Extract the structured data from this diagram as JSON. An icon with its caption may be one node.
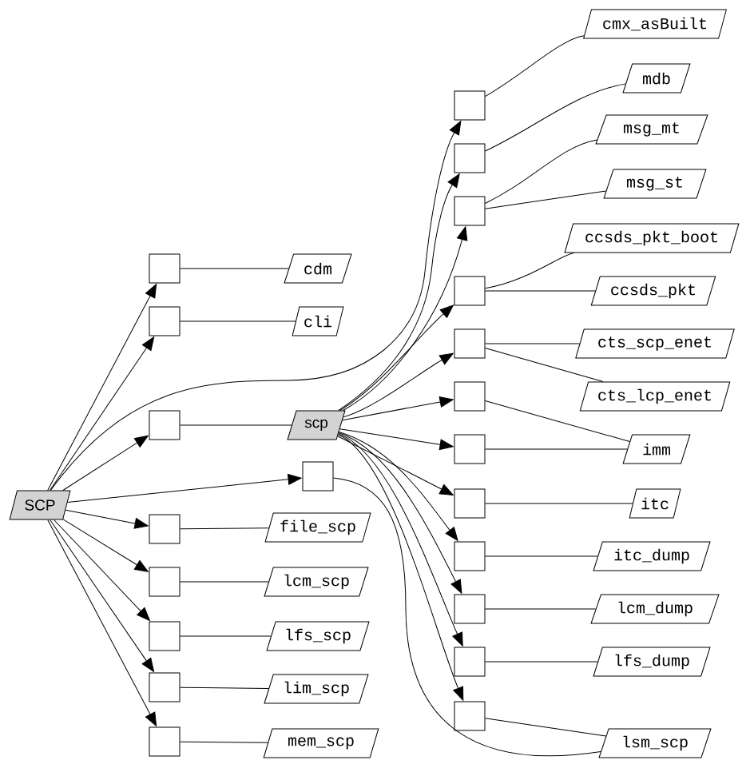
{
  "diagram": {
    "nodes": [
      {
        "text": [
          "SCP"
        ]
      },
      {
        "text": [],
        "shape": "box"
      },
      {
        "text": [],
        "shape": "box"
      },
      {
        "text": [],
        "shape": "box"
      },
      {
        "text": [],
        "shape": "box"
      },
      {
        "text": [],
        "shape": "box"
      },
      {
        "text": [],
        "shape": "box"
      },
      {
        "text": [],
        "shape": "box"
      },
      {
        "text": [],
        "shape": "box"
      },
      {
        "text": [
          "cdm"
        ]
      },
      {
        "text": [
          "cli"
        ]
      },
      {
        "text": [
          "scp"
        ]
      },
      {
        "text": [],
        "shape": "box"
      },
      {
        "text": [
          "file_scp"
        ]
      },
      {
        "text": [
          "lcm_scp"
        ]
      },
      {
        "text": [
          "lfs_scp"
        ]
      },
      {
        "text": [
          "lim_scp"
        ]
      },
      {
        "text": [
          "mem_scp"
        ]
      },
      {
        "text": [],
        "shape": "box"
      },
      {
        "text": [],
        "shape": "box"
      },
      {
        "text": [],
        "shape": "box"
      },
      {
        "text": [],
        "shape": "box"
      },
      {
        "text": [],
        "shape": "box"
      },
      {
        "text": [],
        "shape": "box"
      },
      {
        "text": [],
        "shape": "box"
      },
      {
        "text": [],
        "shape": "box"
      },
      {
        "text": [],
        "shape": "box"
      },
      {
        "text": [],
        "shape": "box"
      },
      {
        "text": [],
        "shape": "box"
      },
      {
        "text": [],
        "shape": "box"
      },
      {
        "text": [
          "cmx_asBuilt"
        ]
      },
      {
        "text": [
          "mdb"
        ]
      },
      {
        "text": [
          "msg_mt"
        ]
      },
      {
        "text": [
          "msg_st"
        ]
      },
      {
        "text": [
          "ccsds_pkt_boot"
        ]
      },
      {
        "text": [
          "ccsds_pkt"
        ]
      },
      {
        "text": [
          "cts_scp_enet"
        ]
      },
      {
        "text": [
          "cts_lcp_enet"
        ]
      },
      {
        "text": [
          "imm"
        ]
      },
      {
        "text": [
          "itc"
        ]
      },
      {
        "text": [
          "itc_dump"
        ]
      },
      {
        "text": [
          "lcm_dump"
        ]
      },
      {
        "text": [
          "lfs_dump"
        ]
      },
      {
        "text": [
          "lsm_scp"
        ]
      }
    ],
    "edges": [
      {
        "from": 0,
        "to": 1,
        "arrow": "to"
      },
      {
        "from": 0,
        "to": 2,
        "arrow": "to"
      },
      {
        "from": 0,
        "to": 3,
        "arrow": "to"
      },
      {
        "from": 0,
        "to": 12,
        "arrow": "to"
      },
      {
        "from": 0,
        "to": 4,
        "arrow": "to"
      },
      {
        "from": 0,
        "to": 5,
        "arrow": "to"
      },
      {
        "from": 0,
        "to": 6,
        "arrow": "to"
      },
      {
        "from": 0,
        "to": 7,
        "arrow": "to"
      },
      {
        "from": 0,
        "to": 8,
        "arrow": "to"
      },
      {
        "from": 0,
        "to": 18,
        "arrow": "to"
      },
      {
        "from": 1,
        "to": 9,
        "arrow": "none"
      },
      {
        "from": 2,
        "to": 10,
        "arrow": "none"
      },
      {
        "from": 3,
        "to": 11,
        "arrow": "none"
      },
      {
        "from": 4,
        "to": 13,
        "arrow": "none"
      },
      {
        "from": 5,
        "to": 14,
        "arrow": "none"
      },
      {
        "from": 6,
        "to": 15,
        "arrow": "none"
      },
      {
        "from": 7,
        "to": 16,
        "arrow": "none"
      },
      {
        "from": 8,
        "to": 17,
        "arrow": "none"
      },
      {
        "from": 11,
        "to": 19,
        "arrow": "to"
      },
      {
        "from": 11,
        "to": 20,
        "arrow": "to"
      },
      {
        "from": 11,
        "to": 21,
        "arrow": "to"
      },
      {
        "from": 11,
        "to": 22,
        "arrow": "to"
      },
      {
        "from": 11,
        "to": 23,
        "arrow": "to"
      },
      {
        "from": 11,
        "to": 24,
        "arrow": "to"
      },
      {
        "from": 11,
        "to": 25,
        "arrow": "to"
      },
      {
        "from": 11,
        "to": 26,
        "arrow": "to"
      },
      {
        "from": 11,
        "to": 27,
        "arrow": "to"
      },
      {
        "from": 11,
        "to": 28,
        "arrow": "to"
      },
      {
        "from": 11,
        "to": 29,
        "arrow": "to"
      },
      {
        "from": 12,
        "to": 43,
        "arrow": "none"
      },
      {
        "from": 18,
        "to": 30,
        "arrow": "none"
      },
      {
        "from": 19,
        "to": 31,
        "arrow": "none"
      },
      {
        "from": 20,
        "to": 32,
        "arrow": "none"
      },
      {
        "from": 20,
        "to": 33,
        "arrow": "none"
      },
      {
        "from": 21,
        "to": 34,
        "arrow": "none"
      },
      {
        "from": 21,
        "to": 35,
        "arrow": "none"
      },
      {
        "from": 22,
        "to": 36,
        "arrow": "none"
      },
      {
        "from": 22,
        "to": 37,
        "arrow": "none"
      },
      {
        "from": 23,
        "to": 38,
        "arrow": "none"
      },
      {
        "from": 24,
        "to": 38,
        "arrow": "none"
      },
      {
        "from": 25,
        "to": 39,
        "arrow": "none"
      },
      {
        "from": 26,
        "to": 40,
        "arrow": "none"
      },
      {
        "from": 27,
        "to": 41,
        "arrow": "none"
      },
      {
        "from": 28,
        "to": 42,
        "arrow": "none"
      },
      {
        "from": 29,
        "to": 43,
        "arrow": "none"
      }
    ]
  }
}
